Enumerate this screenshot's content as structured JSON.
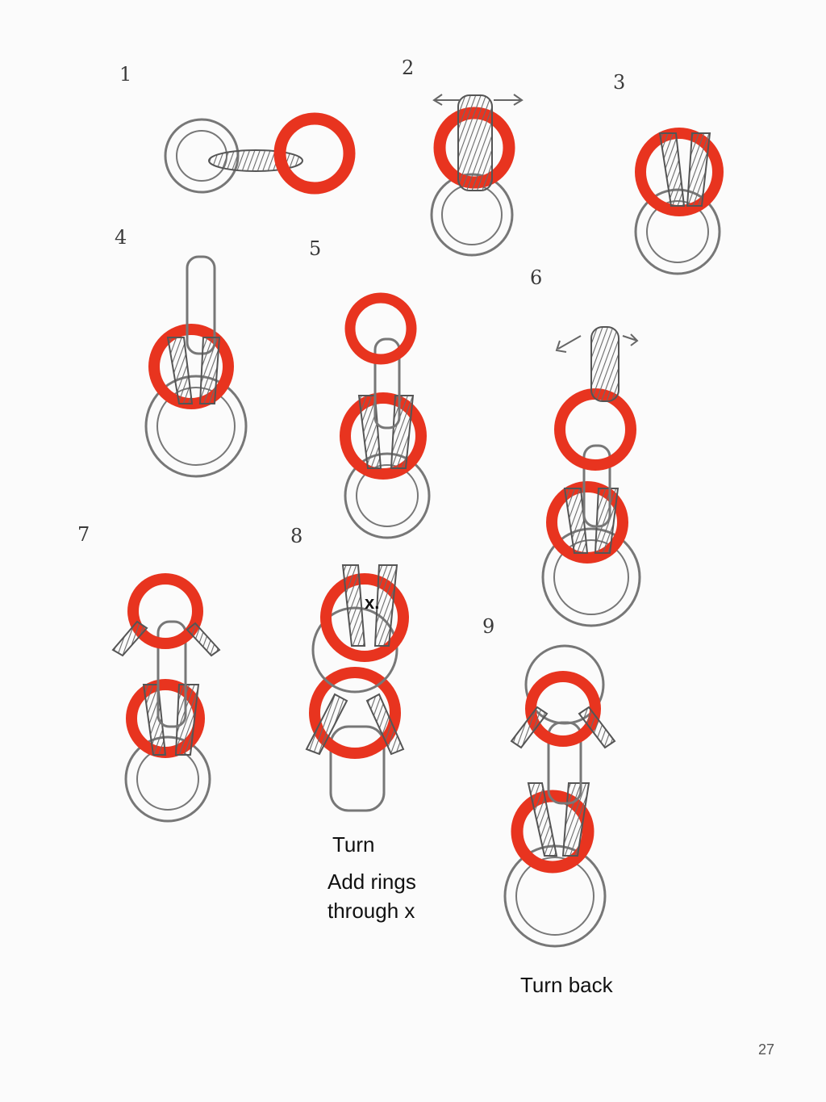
{
  "steps": [
    {
      "label": "1"
    },
    {
      "label": "2"
    },
    {
      "label": "3"
    },
    {
      "label": "4"
    },
    {
      "label": "5"
    },
    {
      "label": "6"
    },
    {
      "label": "7"
    },
    {
      "label": "8"
    },
    {
      "label": "9"
    }
  ],
  "annotations": {
    "x_mark": "x.",
    "turn": "Turn",
    "add_rings": "Add rings\nthrough x",
    "turn_back": "Turn back"
  },
  "page_number": "27",
  "colors": {
    "red_ring": "#e8341f",
    "pencil": "#6e6e6e",
    "paper": "#fbfbfb"
  }
}
